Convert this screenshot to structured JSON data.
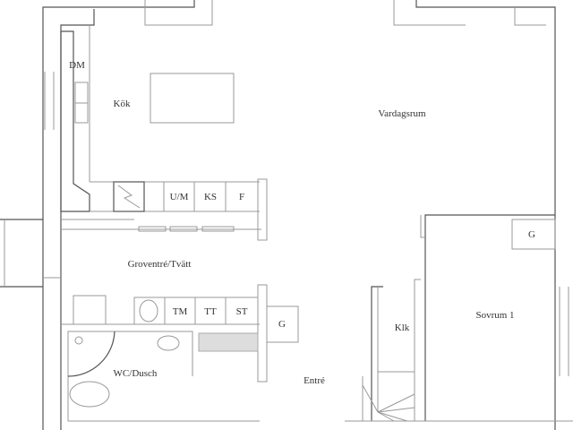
{
  "plan": {
    "rooms": {
      "kitchen": "Kök",
      "living_room": "Vardagsrum",
      "utility": "Groventré/Tvätt",
      "bedroom": "Sovrum 1",
      "closet": "Klk",
      "bathroom": "WC/Dusch",
      "entrance": "Entré"
    },
    "fixtures": {
      "dishwasher": "DM",
      "freezer_fridge": "U/M",
      "fridge": "KS",
      "freezer": "F",
      "wardrobe_bedroom": "G",
      "washing_machine": "TM",
      "dryer": "TT",
      "drying_cabinet": "ST",
      "wardrobe_entry": "G"
    }
  }
}
